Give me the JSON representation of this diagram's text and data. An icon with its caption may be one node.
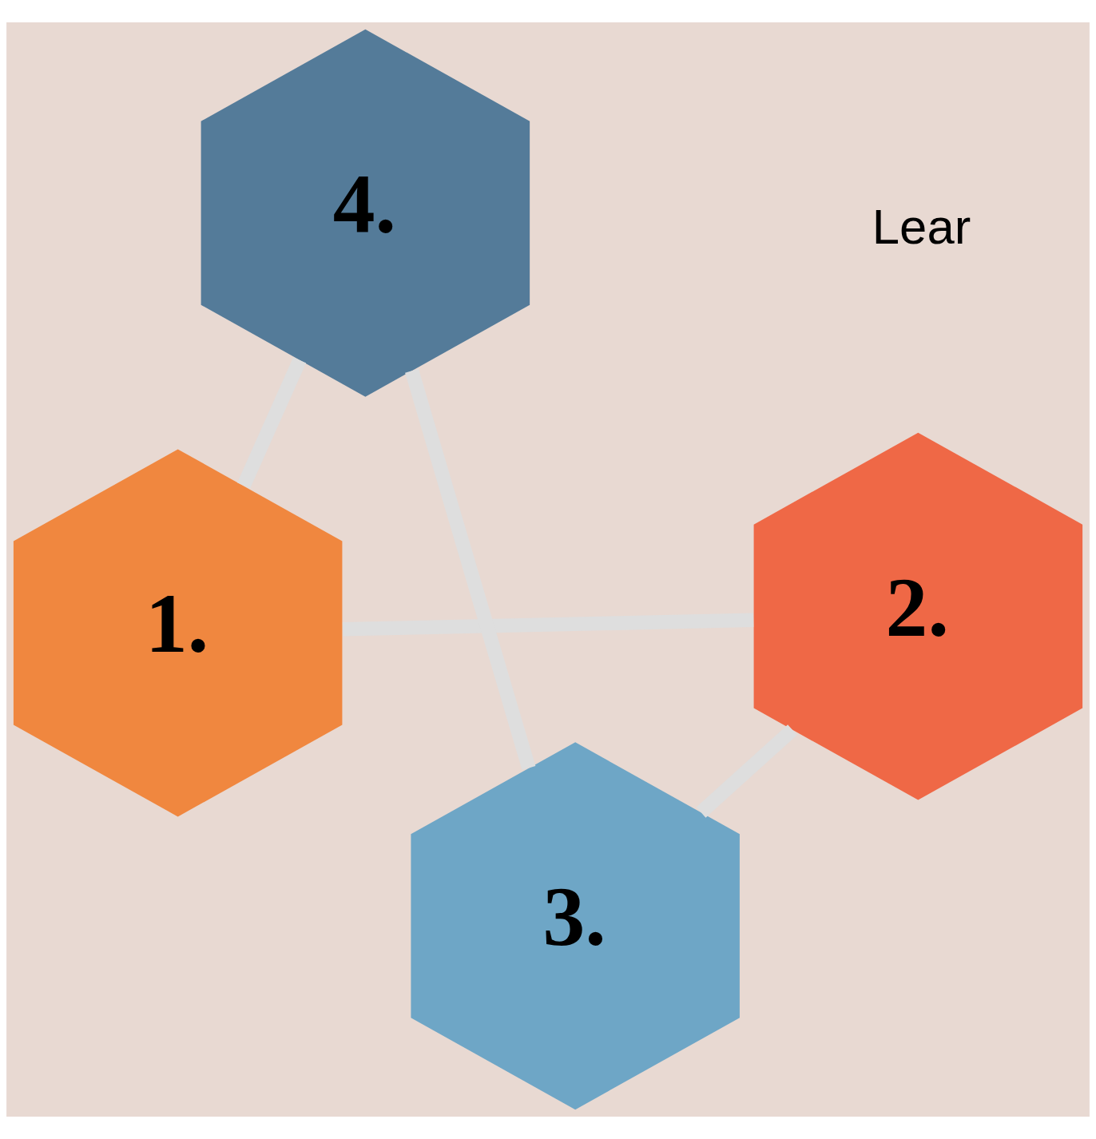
{
  "diagram": {
    "nodes": [
      {
        "text": [
          "1."
        ]
      },
      {
        "text": [
          "2."
        ]
      },
      {
        "text": [
          "3."
        ]
      },
      {
        "text": [
          "4."
        ]
      }
    ],
    "edges": [
      {
        "from": 0,
        "to": 3,
        "arrow": "none"
      },
      {
        "from": 1,
        "to": 0,
        "arrow": "none"
      },
      {
        "from": 2,
        "to": 1,
        "arrow": "none"
      },
      {
        "from": 3,
        "to": 2,
        "arrow": "none"
      }
    ],
    "labels": [
      "Lear"
    ]
  }
}
